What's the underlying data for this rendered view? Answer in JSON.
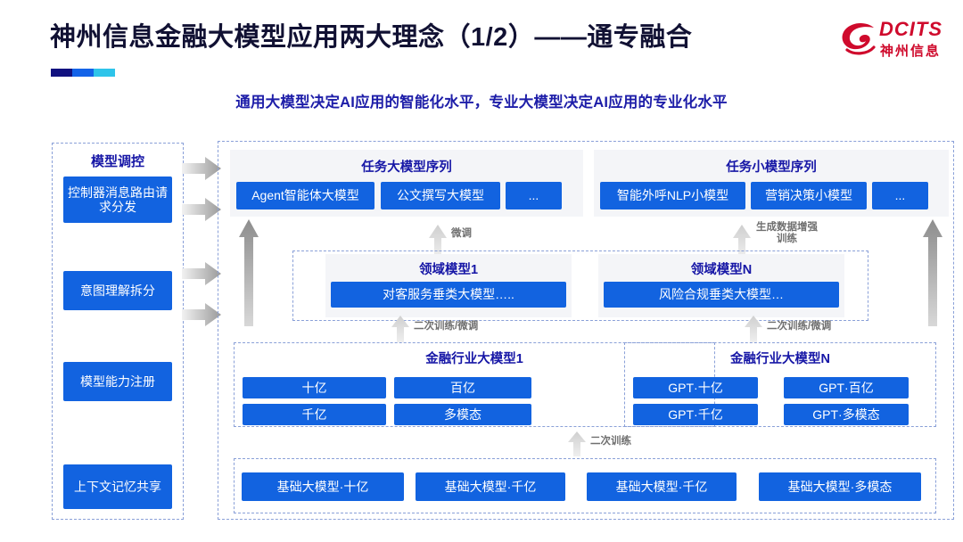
{
  "header": {
    "title": "神州信息金融大模型应用两大理念（1/2）——通专融合",
    "subtitle": "通用大模型决定AI应用的智能化水平，专业大模型决定AI应用的专业化水平",
    "accent_colors": [
      "#11117f",
      "#1463e8",
      "#2ec4ea"
    ],
    "logo": {
      "brand": "DCITS",
      "brand_cn": "神州信息",
      "color": "#cf0a2c"
    }
  },
  "theme": {
    "box_blue": "#1263e0",
    "title_blue": "#1616a6",
    "panel_gray": "#f4f5f8",
    "dash_border": "#8aa0d8",
    "arrow_gray": "#c9c9c9"
  },
  "left_column": {
    "title": "模型调控",
    "items": [
      {
        "label": "控制器消息路由请求分发"
      },
      {
        "label": "意图理解拆分"
      },
      {
        "label": "模型能力注册"
      },
      {
        "label": "上下文记忆共享"
      }
    ]
  },
  "task_groups": [
    {
      "title": "任务大模型序列",
      "items": [
        "Agent智能体大模型",
        "公文撰写大模型",
        "..."
      ]
    },
    {
      "title": "任务小模型序列",
      "items": [
        "智能外呼NLP小模型",
        "营销决策小模型",
        "..."
      ]
    }
  ],
  "domain_groups": [
    {
      "title": "领域模型1",
      "item": "对客服务垂类大模型….."
    },
    {
      "title": "领域模型N",
      "item": "风险合规垂类大模型…"
    }
  ],
  "industry_groups": [
    {
      "title": "金融行业大模型1",
      "items": [
        "十亿",
        "百亿",
        "千亿",
        "多模态"
      ]
    },
    {
      "title": "金融行业大模型N",
      "items": [
        "GPT·十亿",
        "GPT·百亿",
        "GPT·千亿",
        "GPT·多模态"
      ]
    }
  ],
  "base_models": {
    "items": [
      "基础大模型·十亿",
      "基础大模型·千亿",
      "基础大模型·千亿",
      "基础大模型·多模态"
    ]
  },
  "arrow_labels": {
    "finetune": "微调",
    "gen_data_aug": "生成数据增强\n训练",
    "gen_data_aug_line1": "生成数据增强",
    "gen_data_aug_line2": "训练",
    "retrain_finetune_left": "二次训练/微调",
    "retrain_finetune_right": "二次训练/微调",
    "retrain": "二次训练"
  }
}
